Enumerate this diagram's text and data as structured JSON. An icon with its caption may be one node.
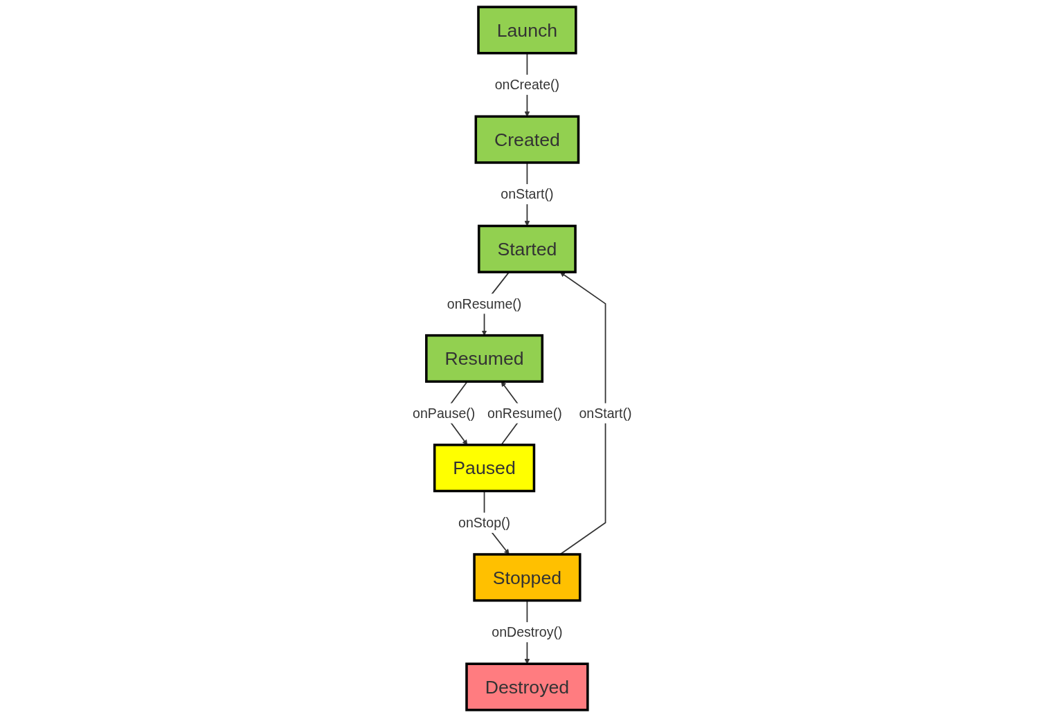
{
  "diagram": {
    "nodes": [
      {
        "text": [
          "Launch"
        ]
      },
      {
        "text": [
          "Created"
        ]
      },
      {
        "text": [
          "Started"
        ]
      },
      {
        "text": [
          "Resumed"
        ]
      },
      {
        "text": [
          "Paused"
        ]
      },
      {
        "text": [
          "Stopped"
        ]
      },
      {
        "text": [
          "Destroyed"
        ]
      }
    ],
    "edges": [
      {
        "from": 0,
        "to": 1,
        "arrow": "to",
        "label": "onCreate()"
      },
      {
        "from": 1,
        "to": 2,
        "arrow": "to",
        "label": "onStart()"
      },
      {
        "from": 5,
        "to": 2,
        "arrow": "to",
        "label": "onStart()"
      },
      {
        "from": 2,
        "to": 3,
        "arrow": "to",
        "label": "onResume()"
      },
      {
        "from": 4,
        "to": 3,
        "arrow": "to",
        "label": "onResume()"
      },
      {
        "from": 3,
        "to": 4,
        "arrow": "to",
        "label": "onPause()"
      },
      {
        "from": 4,
        "to": 5,
        "arrow": "to",
        "label": "onStop()"
      },
      {
        "from": 5,
        "to": 6,
        "arrow": "to",
        "label": "onDestroy()"
      }
    ]
  }
}
